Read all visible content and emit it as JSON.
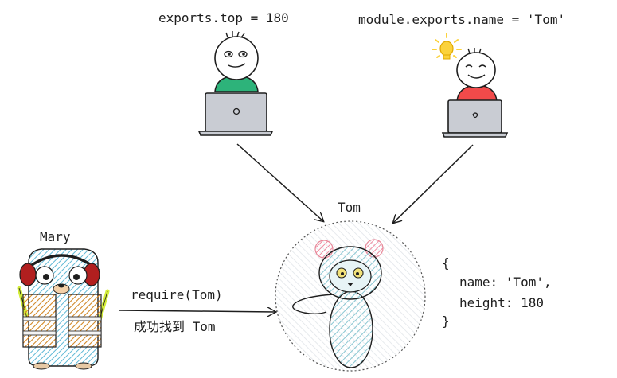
{
  "labels": {
    "left_code": "exports.top = 180",
    "right_code": "module.exports.name = 'Tom'",
    "module_name": "Tom",
    "caller_name": "Mary",
    "require_call": "require(Tom)",
    "found_prefix": "成功找到",
    "found_name": "Tom"
  },
  "object_literal": {
    "open": "{",
    "line1": "name: 'Tom',",
    "line2": "height: 180",
    "close": "}"
  },
  "colors": {
    "left_shirt": "#2db37a",
    "right_shirt": "#f24a4a",
    "laptop": "#c9ccd3",
    "bulb": "#fbd23c",
    "tom_fill": "#a6d8df",
    "tom_ears": "#f7a8b3",
    "mary_body": "#8fd3e8",
    "mary_vest": "#f3a13b",
    "mary_headphones": "#b11f1f",
    "mary_sticks": "#d4ee3a"
  }
}
